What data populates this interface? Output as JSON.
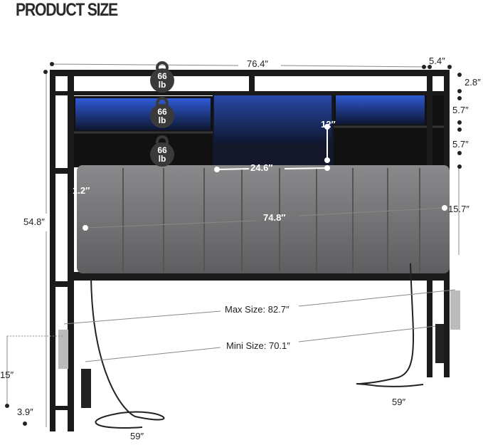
{
  "title": "PRODUCT SIZE",
  "weights": [
    {
      "value": "66",
      "unit": "lb"
    },
    {
      "value": "66",
      "unit": "lb"
    },
    {
      "value": "66",
      "unit": "lb"
    }
  ],
  "dimensions": {
    "total_width": "76.4″",
    "post_depth": "5.4″",
    "top_gap": "2.8″",
    "shelf_upper": "5.7″",
    "shelf_lower": "5.7″",
    "center_height": "12″",
    "center_width": "24.6″",
    "side_gap": "1.2″",
    "cushion_width": "74.8″",
    "cushion_height": "15.7″",
    "total_height": "54.8″",
    "max_size": "Max Size: 82.7″",
    "mini_size": "Mini Size: 70.1″",
    "leg_height": "15″",
    "foot_height": "3.9″",
    "cord_left": "59″",
    "cord_right": "59″"
  },
  "colors": {
    "frame": "#1a1a1a",
    "led": "#2f5bd6",
    "cushion": "#7a7a7c"
  }
}
